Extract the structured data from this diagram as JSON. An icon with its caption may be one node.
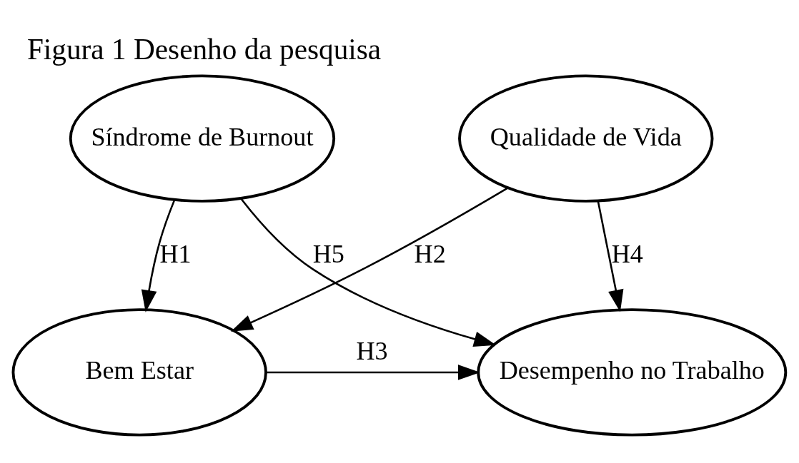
{
  "diagram": {
    "title": "Figura 1 Desenho da pesquisa",
    "nodes": [
      {
        "text": [
          "Síndrome de Burnout"
        ]
      },
      {
        "text": [
          "Bem Estar"
        ]
      },
      {
        "text": [
          "Desempenho no Trabalho"
        ]
      },
      {
        "text": [
          "Qualidade de Vida"
        ]
      }
    ],
    "edges": [
      {
        "from": 0,
        "to": 1,
        "arrow": "to",
        "label": "H1"
      },
      {
        "from": 3,
        "to": 1,
        "arrow": "to",
        "label": "H2"
      },
      {
        "from": 1,
        "to": 2,
        "arrow": "to",
        "label": "H3"
      },
      {
        "from": 3,
        "to": 2,
        "arrow": "to",
        "label": "H4"
      },
      {
        "from": 0,
        "to": 2,
        "arrow": "to",
        "label": "H5"
      }
    ]
  }
}
